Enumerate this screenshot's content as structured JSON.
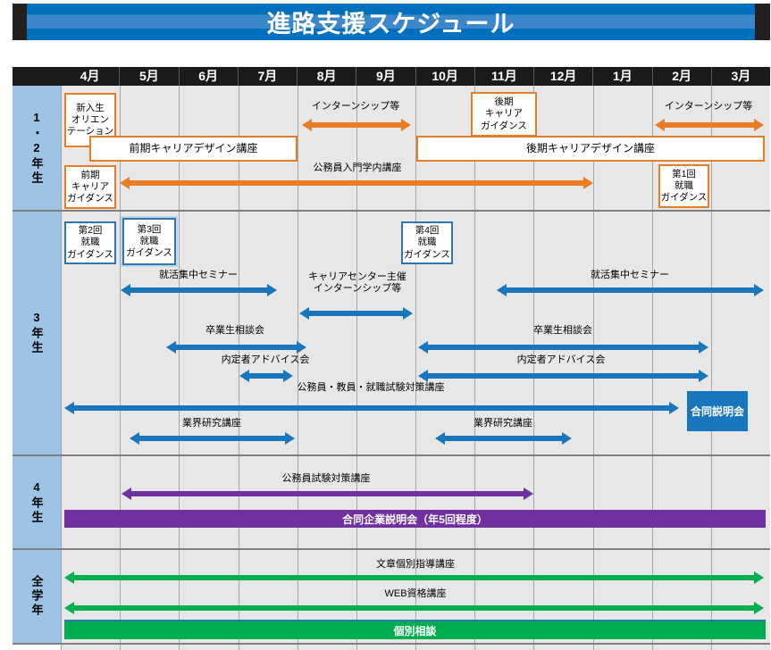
{
  "title": "進路支援スケジュール",
  "months": [
    "4月",
    "5月",
    "6月",
    "7月",
    "8月",
    "9月",
    "10月",
    "11月",
    "12月",
    "1月",
    "2月",
    "3月"
  ],
  "sections": {
    "g12": "1・2年生",
    "g3": "3年生",
    "g4": "4年生",
    "all": "全学年"
  },
  "colors": {
    "orange": "#E87D25",
    "blue": "#1975BC",
    "purple": "#7030A0",
    "green": "#00AD4F",
    "header_bg": "#1B1B1B",
    "banner_blue": "#0070BE",
    "row_label_bg": "#9DC3E6",
    "body_bg": "#E8E7E7",
    "grid": "#A6A6A6"
  },
  "g12": {
    "orientation": {
      "label": "新入生\nオリエン\nテーション",
      "month": "4月"
    },
    "internship_1": {
      "label": "インターンシップ等",
      "from": "8月",
      "to": "9月"
    },
    "zenki_design": {
      "label": "前期キャリアデザイン講座",
      "from": "4月",
      "to": "7月"
    },
    "kouki_design": {
      "label": "後期キャリアデザイン講座",
      "from": "10月",
      "to": "3月"
    },
    "koumuin_nyumon": {
      "label": "公務員入門学内講座",
      "from": "4月",
      "to": "12月"
    },
    "zenki_guidance": {
      "label": "前期\nキャリア\nガイダンス",
      "month": "4月"
    },
    "kouki_guidance": {
      "label": "後期\nキャリア\nガイダンス",
      "month": "11月"
    },
    "internship_2": {
      "label": "インターンシップ等",
      "from": "2月",
      "to": "3月"
    },
    "shushoku_1": {
      "label": "第1回\n就職\nガイダンス",
      "month": "2月"
    }
  },
  "g3": {
    "shushoku_2": {
      "label": "第2回\n就職\nガイダンス",
      "month": "4月"
    },
    "shushoku_3": {
      "label": "第3回\n就職\nガイダンス",
      "month": "5月"
    },
    "shushoku_4": {
      "label": "第4回\n就職\nガイダンス",
      "month": "10月"
    },
    "seminar_1": {
      "label": "就活集中セミナー",
      "from": "5月",
      "to": "7月"
    },
    "cc_internship": {
      "label": "キャリアセンター主催\nインターンシップ等",
      "from": "8月",
      "to": "9月"
    },
    "seminar_2": {
      "label": "就活集中セミナー",
      "from": "11月",
      "to": "3月"
    },
    "alumni_1": {
      "label": "卒業生相談会",
      "from": "6月",
      "to": "8月"
    },
    "alumni_2": {
      "label": "卒業生相談会",
      "from": "10月",
      "to": "2月"
    },
    "naitei_1": {
      "label": "内定者アドバイス会",
      "from": "7月",
      "to": "7月"
    },
    "naitei_2": {
      "label": "内定者アドバイス会",
      "from": "10月",
      "to": "2月"
    },
    "exam_prep": {
      "label": "公務員・教員・就職試験対策講座",
      "from": "4月",
      "to": "2月"
    },
    "godo": {
      "label": "合同説明会",
      "month": "2月"
    },
    "gyokai_1": {
      "label": "業界研究講座",
      "from": "5月",
      "to": "8月"
    },
    "gyokai_2": {
      "label": "業界研究講座",
      "from": "10月",
      "to": "12月"
    }
  },
  "g4": {
    "koumuin_exam": {
      "label": "公務員試験対策講座",
      "from": "5月",
      "to": "11月"
    },
    "kigyo_fair": {
      "label": "合同企業説明会（年5回程度）",
      "from": "4月",
      "to": "3月"
    }
  },
  "all": {
    "bunsho": {
      "label": "文章個別指導講座",
      "from": "4月",
      "to": "3月"
    },
    "web": {
      "label": "WEB資格講座",
      "from": "4月",
      "to": "3月"
    },
    "kobetsu": {
      "label": "個別相談",
      "from": "4月",
      "to": "3月"
    }
  }
}
